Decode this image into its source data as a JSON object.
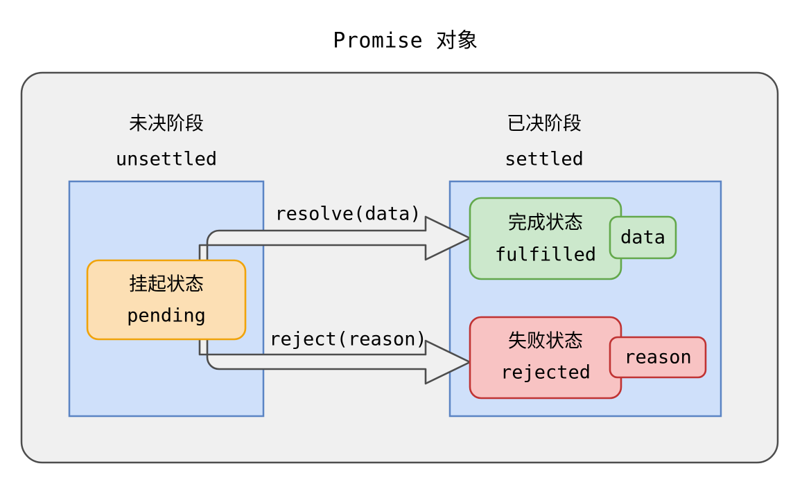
{
  "diagram": {
    "title": "Promise 对象",
    "colors": {
      "canvas_bg": "#ffffff",
      "outer_panel_fill": "#f0f0f0",
      "outer_panel_stroke": "#4d4d4d",
      "phase_box_fill": "#cfe0fa",
      "phase_box_stroke": "#5b84c4",
      "pending_fill": "#fcdfb4",
      "pending_stroke": "#f0a30a",
      "fulfilled_fill": "#cce8cc",
      "fulfilled_stroke": "#63a84b",
      "rejected_fill": "#f8c3c3",
      "rejected_stroke": "#c03333",
      "arrow_fill": "#f0f0f0",
      "arrow_stroke": "#4d4d4d",
      "text": "#000000"
    },
    "phases": [
      {
        "id": "unsettled",
        "label_cn": "未决阶段",
        "label_en": "unsettled"
      },
      {
        "id": "settled",
        "label_cn": "已决阶段",
        "label_en": "settled"
      }
    ],
    "states": [
      {
        "id": "pending",
        "label_cn": "挂起状态",
        "label_en": "pending",
        "phase": "unsettled"
      },
      {
        "id": "fulfilled",
        "label_cn": "完成状态",
        "label_en": "fulfilled",
        "phase": "settled",
        "payload": "data"
      },
      {
        "id": "rejected",
        "label_cn": "失败状态",
        "label_en": "rejected",
        "phase": "settled",
        "payload": "reason"
      }
    ],
    "transitions": [
      {
        "id": "resolve",
        "label": "resolve(data)",
        "from": "pending",
        "to": "fulfilled"
      },
      {
        "id": "reject",
        "label": "reject(reason)",
        "from": "pending",
        "to": "rejected"
      }
    ]
  }
}
